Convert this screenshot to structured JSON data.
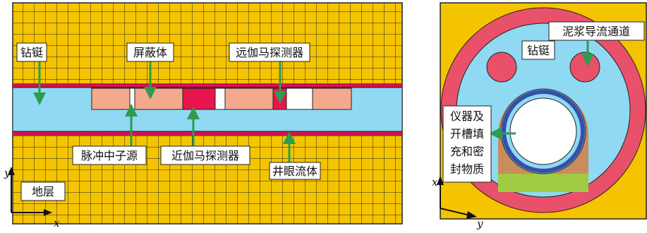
{
  "colors": {
    "formation": "#F5C400",
    "grid_line": "#1f1f1f",
    "borehole_fluid": "#8FD9F3",
    "shield": "#F4A98E",
    "detector": "#E8144C",
    "bore_wall": "#D0134E",
    "collar_ring": "#E9506A",
    "inner_ring": "#3550A8",
    "filler_brown": "#C98C5C",
    "filler_green": "#9FCB43",
    "arrow": "#2E9B4F",
    "label_bg": "#ffffff"
  },
  "left_panel": {
    "labels": {
      "drill_collar": "钻铤",
      "shield": "屏蔽体",
      "far_detector": "远伽马探测器",
      "neutron_source": "脉冲中子源",
      "near_detector": "近伽马探测器",
      "borehole_fluid": "井眼流体",
      "formation": "地层"
    },
    "axis": {
      "y": "y",
      "x": "x"
    }
  },
  "right_panel": {
    "labels": {
      "mud_channel": "泥浆导流通道",
      "drill_collar": "钻铤",
      "filler_line1": "仪器及",
      "filler_line2": "开槽填",
      "filler_line3": "充和密",
      "filler_line4": "封物质"
    },
    "axis": {
      "x": "x",
      "y": "y"
    }
  }
}
